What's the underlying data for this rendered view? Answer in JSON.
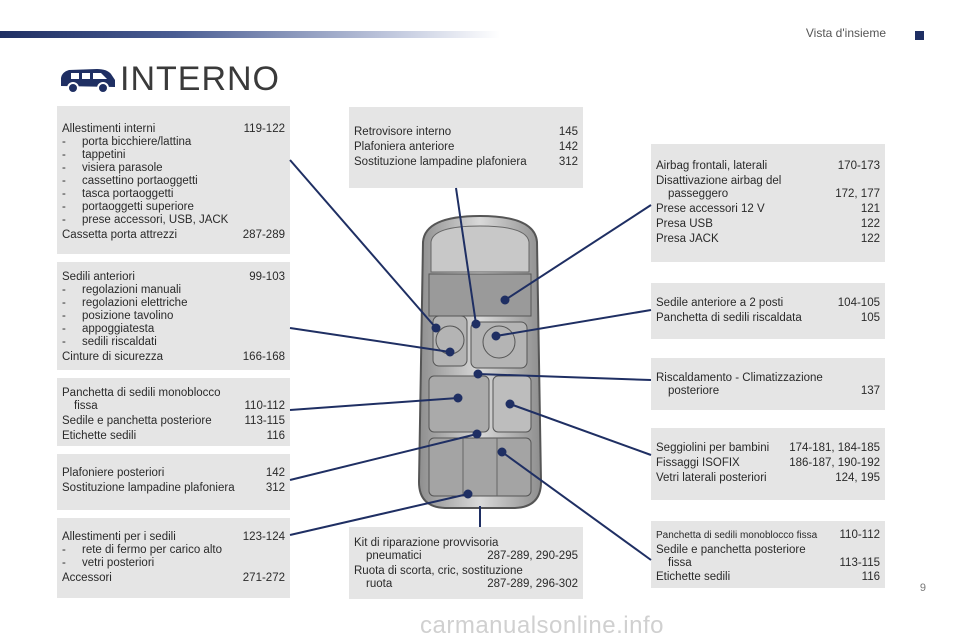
{
  "header": {
    "section": "Vista d'insieme",
    "title": "INTERNO",
    "page": "9"
  },
  "boxes": {
    "interior_fittings": {
      "title": "Allestimenti interni",
      "title_pages": "119-122",
      "items": [
        "porta bicchiere/lattina",
        "tappetini",
        "visiera parasole",
        "cassettino portaoggetti",
        "tasca portaoggetti",
        "portaoggetti superiore",
        "prese accessori, USB, JACK"
      ],
      "extra": "Cassetta porta attrezzi",
      "extra_pages": "287-289"
    },
    "front_seats": {
      "title": "Sedili anteriori",
      "title_pages": "99-103",
      "items": [
        "regolazioni manuali",
        "regolazioni elettriche",
        "posizione tavolino",
        "appoggiatesta",
        "sedili riscaldati"
      ],
      "extra": "Cinture di sicurezza",
      "extra_pages": "166-168"
    },
    "bench_left": {
      "line1": "Panchetta di sedili monoblocco",
      "line1b": "fissa",
      "line1_pages": "110-112",
      "line2": "Sedile e panchetta posteriore",
      "line2_pages": "113-115",
      "line3": "Etichette sedili",
      "line3_pages": "116"
    },
    "rear_lamps": {
      "line1": "Plafoniere posteriori",
      "line1_pages": "142",
      "line2": "Sostituzione lampadine plafoniera",
      "line2_pages": "312"
    },
    "seat_fittings": {
      "title": "Allestimenti per i sedili",
      "title_pages": "123-124",
      "items": [
        "rete di fermo per carico alto",
        "vetri posteriori"
      ],
      "extra": "Accessori",
      "extra_pages": "271-272"
    },
    "mirror": {
      "line1": "Retrovisore interno",
      "line1_pages": "145",
      "line2": "Plafoniera anteriore",
      "line2_pages": "142",
      "line3": "Sostituzione lampadine plafoniera",
      "line3_pages": "312"
    },
    "repair_kit": {
      "line1": "Kit di riparazione provvisoria",
      "line1b": "pneumatici",
      "line1_pages": "287-289, 290-295",
      "line2": "Ruota di scorta, cric, sostituzione",
      "line2b": "ruota",
      "line2_pages": "287-289, 296-302"
    },
    "airbag": {
      "line1": "Airbag frontali, laterali",
      "line1_pages": "170-173",
      "line2": "Disattivazione airbag del",
      "line2b": "passeggero",
      "line2_pages": "172, 177",
      "line3": "Prese accessori 12 V",
      "line3_pages": "121",
      "line4": "Presa USB",
      "line4_pages": "122",
      "line5": "Presa JACK",
      "line5_pages": "122"
    },
    "front_bench": {
      "line1": "Sedile anteriore a 2 posti",
      "line1_pages": "104-105",
      "line2": "Panchetta di sedili riscaldata",
      "line2_pages": "105"
    },
    "heating": {
      "line1": "Riscaldamento - Climatizzazione",
      "line1b": "posteriore",
      "line1_pages": "137"
    },
    "child_seats": {
      "line1": "Seggiolini per bambini",
      "line1_pages": "174-181, 184-185",
      "line2": "Fissaggi ISOFIX",
      "line2_pages": "186-187, 190-192",
      "line3": "Vetri laterali posteriori",
      "line3_pages": "124, 195"
    },
    "bench_right": {
      "line1": "Panchetta di sedili monoblocco fissa",
      "line1_pages": "110-112",
      "line2": "Sedile e panchetta posteriore",
      "line2b": "fissa",
      "line2_pages": "113-115",
      "line3": "Etichette sedili",
      "line3_pages": "116"
    }
  },
  "footer": {
    "watermark": "carmanualsonline.info"
  },
  "colors": {
    "accent": "#1f2f63",
    "box": "#e5e5e5",
    "leader": "#1f2f63"
  }
}
